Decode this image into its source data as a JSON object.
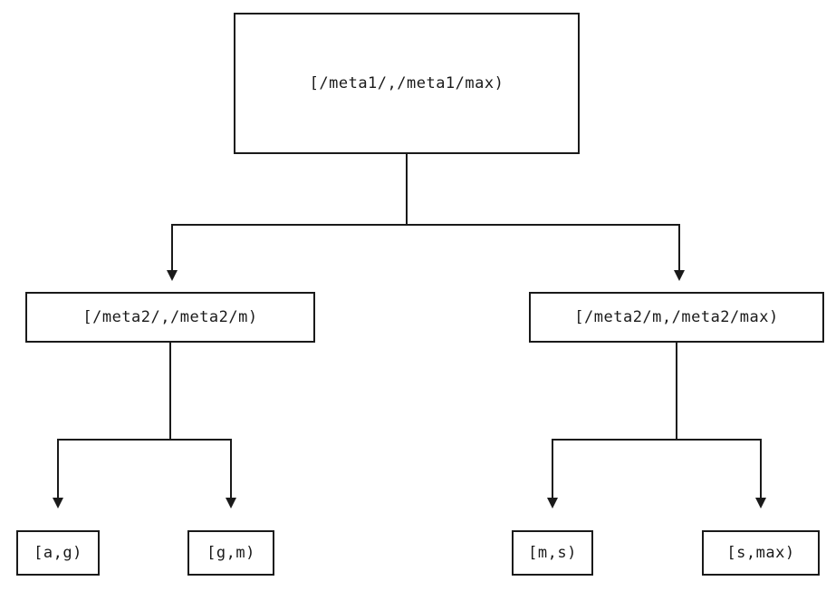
{
  "diagram": {
    "root": {
      "label": "[/meta1/,/meta1/max)"
    },
    "children": [
      {
        "label": "[/meta2/,/meta2/m)"
      },
      {
        "label": "[/meta2/m,/meta2/max)"
      }
    ],
    "leaves": [
      {
        "label": "[a,g)"
      },
      {
        "label": "[g,m)"
      },
      {
        "label": "[m,s)"
      },
      {
        "label": "[s,max)"
      }
    ]
  },
  "colors": {
    "line": "#1a1a1a",
    "background": "#ffffff"
  }
}
